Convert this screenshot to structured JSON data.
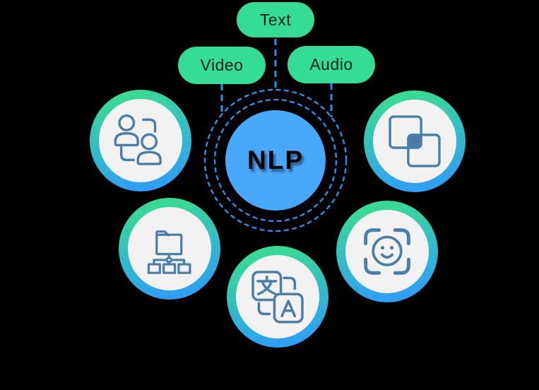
{
  "diagram": {
    "background_color": "#000000",
    "center": {
      "label": "NLP",
      "fill_color": "#4aa8fb",
      "text_color": "#000000"
    },
    "inputs": [
      {
        "label": "Text"
      },
      {
        "label": "Video"
      },
      {
        "label": "Audio"
      }
    ],
    "input_pill": {
      "fill_color": "#35dc94",
      "text_color": "#0e231d"
    },
    "connectors": {
      "style": "dashed",
      "color": "#2e8fe9",
      "rings": 2
    },
    "nodes": [
      {
        "icon": "users-exchange-icon"
      },
      {
        "icon": "overlap-squares-icon"
      },
      {
        "icon": "folder-tree-icon"
      },
      {
        "icon": "face-scan-icon"
      },
      {
        "icon": "translate-icon"
      }
    ],
    "node_style": {
      "ring_gradient_start": "#3bdb92",
      "ring_gradient_end": "#2f9ef4",
      "inner_color": "#f2f2f3",
      "icon_color": "#4b7da9"
    }
  }
}
